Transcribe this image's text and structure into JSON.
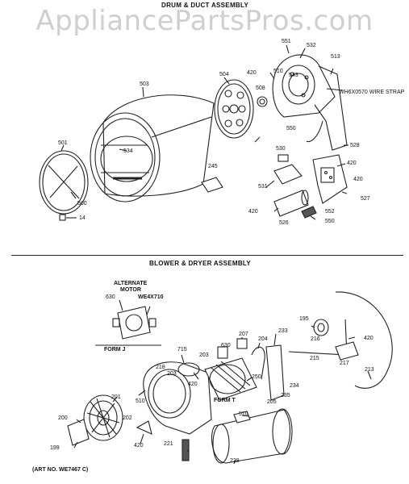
{
  "watermark": "AppliancePartsPros.com",
  "sections": {
    "drum_duct_title": "DRUM & DUCT ASSEMBLY",
    "blower_dryer_title": "BLOWER & DRYER ASSEMBLY"
  },
  "art_no": "(ART NO. WE7467 C)",
  "alternate_motor": {
    "title_line1": "ALTERNATE",
    "title_line2": "MOTOR",
    "part": "WE4X710",
    "form": "FORM J"
  },
  "form_t": "FORM T",
  "wire_strap": "WH6X0570 WIRE STRAP",
  "labels": {
    "p501": "501",
    "p503": "503",
    "p504": "504",
    "p534": "534",
    "p500": "500",
    "p14": "14",
    "p245": "245",
    "p551": "551",
    "p532": "532",
    "p420a": "420",
    "p510a": "510",
    "p543": "543",
    "p508": "508",
    "p513": "513",
    "p550a": "550",
    "p530": "530",
    "p531": "531",
    "p528": "528",
    "p420b": "420",
    "p420c": "420",
    "p527": "527",
    "p420d": "420",
    "p526": "526",
    "p552": "552",
    "p550b": "550",
    "p630a": "630",
    "p715": "715",
    "p203a": "203",
    "p207": "207",
    "p204": "204",
    "p233": "233",
    "p195": "195",
    "p216": "216",
    "p420e": "420",
    "p215": "215",
    "p217": "217",
    "p213": "213",
    "p630b": "630",
    "p203b": "203",
    "p420f": "420",
    "p218": "218",
    "p250": "250",
    "p234": "234",
    "p235": "235",
    "p205": "205",
    "p201": "201",
    "p510b": "510",
    "p510c": "510",
    "p200": "200",
    "p202": "202",
    "p420g": "420",
    "p199": "199",
    "p221": "221",
    "p228": "228"
  }
}
